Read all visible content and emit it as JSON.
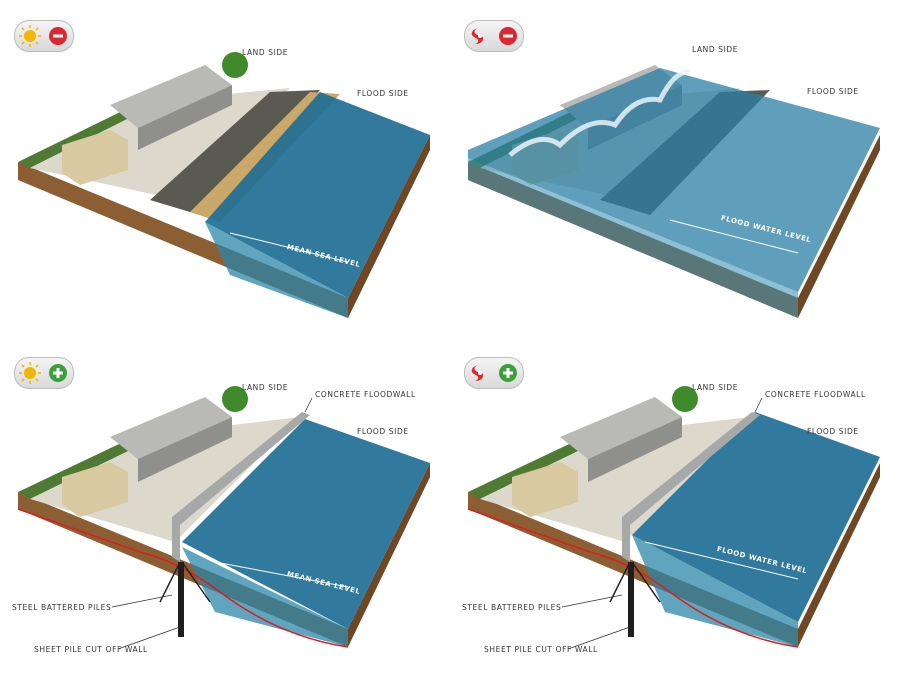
{
  "labels": {
    "land_side": "LAND SIDE",
    "flood_side": "FLOOD SIDE",
    "mean_sea_level": "MEAN SEA LEVEL",
    "flood_water_level": "FLOOD WATER LEVEL",
    "concrete_floodwall": "CONCRETE FLOODWALL",
    "steel_battered_piles": "STEEL BATTERED PILES",
    "sheet_pile_cut_off_wall": "SHEET PILE  CUT OFF WALL"
  },
  "panels": [
    {
      "id": "no-wall-calm",
      "weather": "sun-icon",
      "status": "minus-icon"
    },
    {
      "id": "no-wall-storm",
      "weather": "hurricane-icon",
      "status": "minus-icon"
    },
    {
      "id": "wall-calm",
      "weather": "sun-icon",
      "status": "plus-icon"
    },
    {
      "id": "wall-storm",
      "weather": "hurricane-icon",
      "status": "plus-icon"
    }
  ],
  "colors": {
    "sun": "#f2b705",
    "hurricane": "#d9282f",
    "minus": "#d9282f",
    "plus": "#3aa13a",
    "water": "#1f6f95",
    "soil": "#9b6b3c",
    "grass": "#4f7a34",
    "red_line": "#d82020"
  }
}
